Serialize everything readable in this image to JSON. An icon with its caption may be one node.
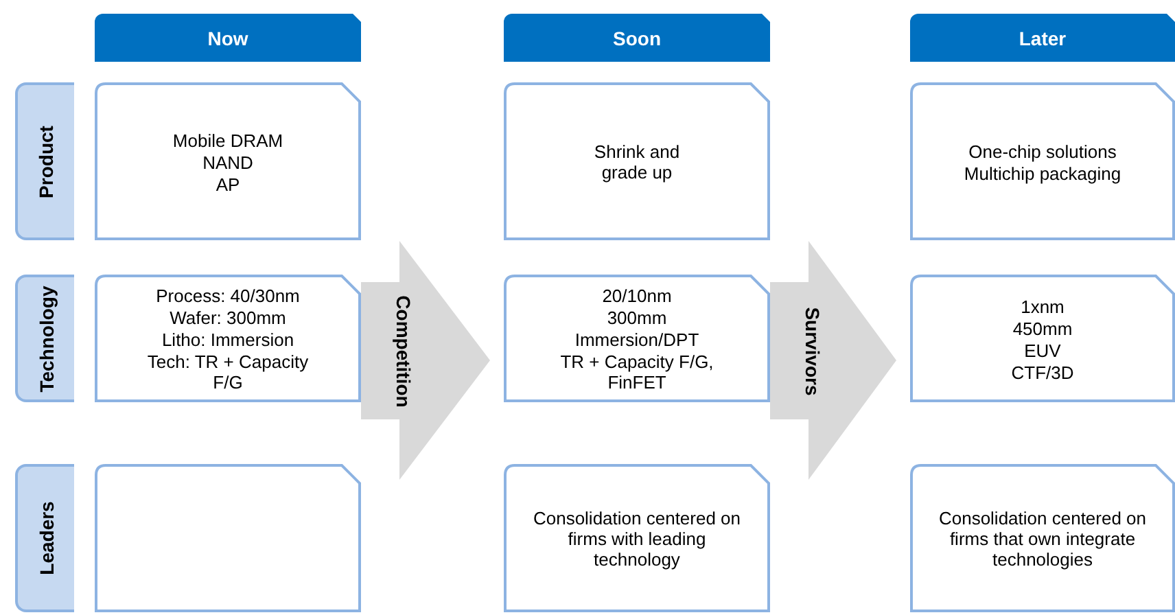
{
  "diagram": {
    "nodes": [
      {
        "text": [
          "Now"
        ]
      },
      {
        "text": [
          "Soon"
        ]
      },
      {
        "text": [
          "Later"
        ]
      },
      {
        "text": [
          "Product"
        ]
      },
      {
        "text": [
          "Technology"
        ]
      },
      {
        "text": [
          "Leaders"
        ]
      },
      {
        "text": [
          "Mobile DRAM",
          "NAND",
          "AP"
        ]
      },
      {
        "text": [
          "Shrink and grade up"
        ]
      },
      {
        "text": [
          "One-chip solutions",
          "Multichip packaging"
        ]
      },
      {
        "text": [
          "Process: 40/30nm",
          "Wafer: 300mm",
          "Litho: Immersion",
          "Tech: TR + Capacity F/G"
        ]
      },
      {
        "text": [
          "20/10nm",
          "300mm",
          "Immersion/DPT",
          "TR + Capacity F/G, FinFET"
        ]
      },
      {
        "text": [
          "1xnm",
          "450mm",
          "EUV",
          "CTF/3D"
        ]
      },
      {
        "text": [],
        "shape": "box"
      },
      {
        "text": [
          "Consolidation centered on firms with leading technology"
        ]
      },
      {
        "text": [
          "Consolidation centered on firms that own integrate technologies"
        ]
      }
    ],
    "edges": [
      {
        "from": 9,
        "to": 10,
        "arrow": "to",
        "label": "Competition"
      },
      {
        "from": 10,
        "to": 11,
        "arrow": "to",
        "label": "Survivors"
      }
    ]
  }
}
